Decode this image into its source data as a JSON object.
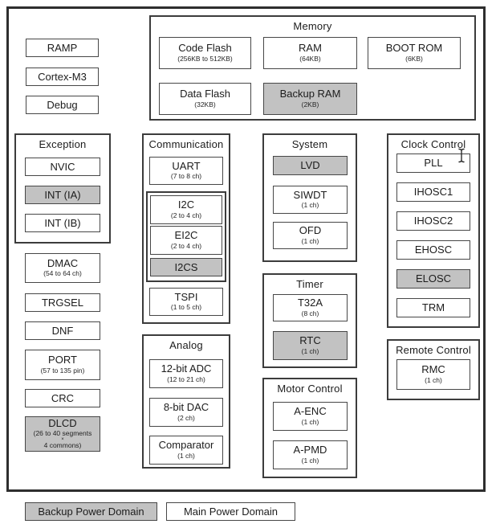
{
  "colors": {
    "backup_fill": "#c2c2c2",
    "main_fill": "#ffffff",
    "border": "#3c3c3c"
  },
  "cpu": {
    "ramp": {
      "label": "RAMP"
    },
    "cortex": {
      "label": "Cortex-M3"
    },
    "debug": {
      "label": "Debug"
    }
  },
  "memory": {
    "title": "Memory",
    "code_flash": {
      "label": "Code Flash",
      "sub": "(256KB to 512KB)"
    },
    "ram": {
      "label": "RAM",
      "sub": "(64KB)"
    },
    "boot_rom": {
      "label": "BOOT ROM",
      "sub": "(6KB)"
    },
    "data_flash": {
      "label": "Data Flash",
      "sub": "(32KB)"
    },
    "backup_ram": {
      "label": "Backup RAM",
      "sub": "(2KB)"
    }
  },
  "exception": {
    "title": "Exception",
    "nvic": {
      "label": "NVIC"
    },
    "int_ia": {
      "label": "INT (IA)"
    },
    "int_ib": {
      "label": "INT (IB)"
    }
  },
  "periph": {
    "dmac": {
      "label": "DMAC",
      "sub": "(54 to 64 ch)"
    },
    "trgsel": {
      "label": "TRGSEL"
    },
    "dnf": {
      "label": "DNF"
    },
    "port": {
      "label": "PORT",
      "sub": "(57 to 135 pin)"
    },
    "crc": {
      "label": "CRC"
    },
    "dlcd": {
      "label": "DLCD",
      "sub": "(26 to 40 segments",
      "sub2": "×",
      "sub3": "4 commons)"
    }
  },
  "comm": {
    "title": "Communication",
    "uart": {
      "label": "UART",
      "sub": "(7 to 8 ch)"
    },
    "i2c": {
      "label": "I2C",
      "sub": "(2 to 4 ch)"
    },
    "ei2c": {
      "label": "EI2C",
      "sub": "(2 to 4 ch)"
    },
    "i2cs": {
      "label": "I2CS"
    },
    "tspi": {
      "label": "TSPI",
      "sub": "(1 to 5 ch)"
    }
  },
  "analog": {
    "title": "Analog",
    "adc": {
      "label": "12-bit ADC",
      "sub": "(12 to 21 ch)"
    },
    "dac": {
      "label": "8-bit DAC",
      "sub": "(2 ch)"
    },
    "comparator": {
      "label": "Comparator",
      "sub": "(1 ch)"
    }
  },
  "system": {
    "title": "System",
    "lvd": {
      "label": "LVD"
    },
    "siwdt": {
      "label": "SIWDT",
      "sub": "(1 ch)"
    },
    "ofd": {
      "label": "OFD",
      "sub": "(1 ch)"
    }
  },
  "timer": {
    "title": "Timer",
    "t32a": {
      "label": "T32A",
      "sub": "(8 ch)"
    },
    "rtc": {
      "label": "RTC",
      "sub": "(1 ch)"
    }
  },
  "motor": {
    "title": "Motor Control",
    "a_enc": {
      "label": "A-ENC",
      "sub": "(1 ch)"
    },
    "a_pmd": {
      "label": "A-PMD",
      "sub": "(1 ch)"
    }
  },
  "clock": {
    "title": "Clock Control",
    "pll": {
      "label": "PLL"
    },
    "ihosc1": {
      "label": "IHOSC1"
    },
    "ihosc2": {
      "label": "IHOSC2"
    },
    "ehosc": {
      "label": "EHOSC"
    },
    "elosc": {
      "label": "ELOSC"
    },
    "trm": {
      "label": "TRM"
    }
  },
  "remote": {
    "title": "Remote Control",
    "rmc": {
      "label": "RMC",
      "sub": "(1 ch)"
    }
  },
  "legend": {
    "backup": {
      "label": "Backup Power Domain"
    },
    "main": {
      "label": "Main Power Domain"
    }
  }
}
